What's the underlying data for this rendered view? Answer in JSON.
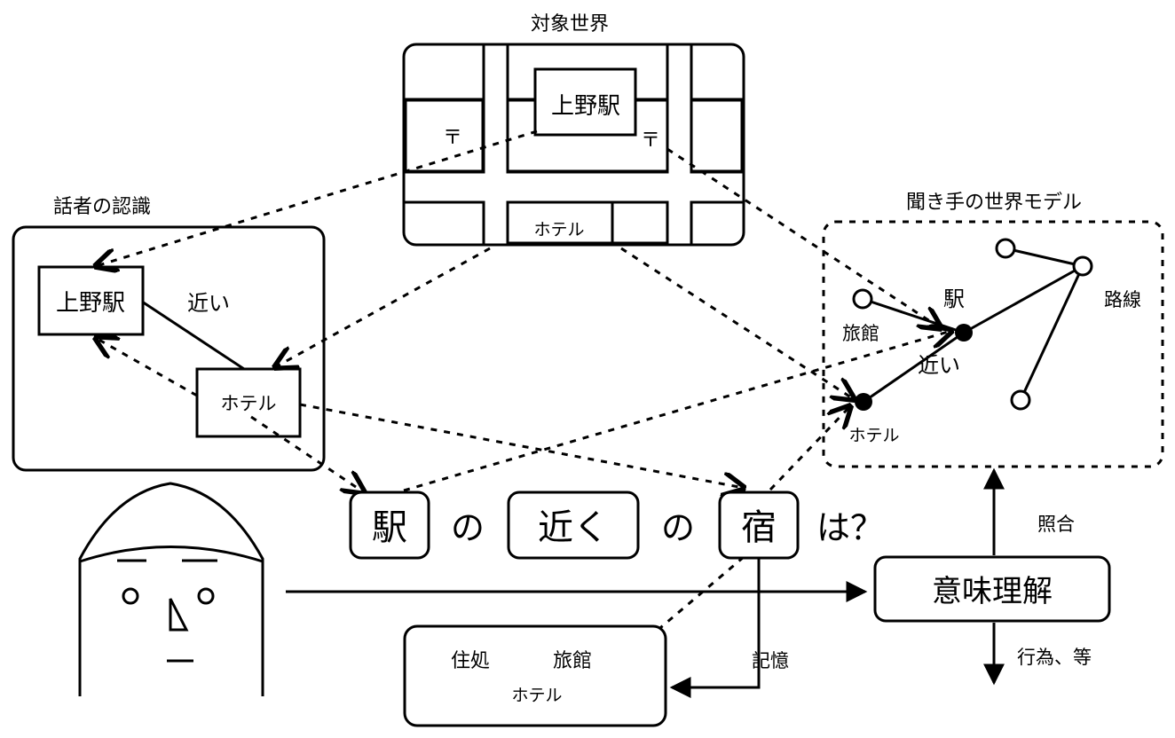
{
  "object_world": {
    "title": "対象世界",
    "station_label": "上野駅",
    "hotel_label": "ホテル",
    "mark_left": "〒",
    "mark_right": "〒"
  },
  "speaker": {
    "title": "話者の認識",
    "station_label": "上野駅",
    "hotel_label": "ホテル",
    "relation_label": "近い"
  },
  "listener": {
    "title": "聞き手の世界モデル",
    "station_label": "駅",
    "inn_label": "旅館",
    "route_label": "路線",
    "relation_label": "近い",
    "hotel_label": "ホテル"
  },
  "utterance": {
    "word_station": "駅",
    "particle_1": "の",
    "word_near": "近く",
    "particle_2": "の",
    "word_inn": "宿",
    "ending": "は？"
  },
  "understanding": {
    "box_label": "意味理解",
    "matching_label": "照合",
    "action_label": "行為、等"
  },
  "memory": {
    "label": "記憶",
    "word_residence": "住処",
    "word_inn": "旅館",
    "word_hotel": "ホテル"
  }
}
